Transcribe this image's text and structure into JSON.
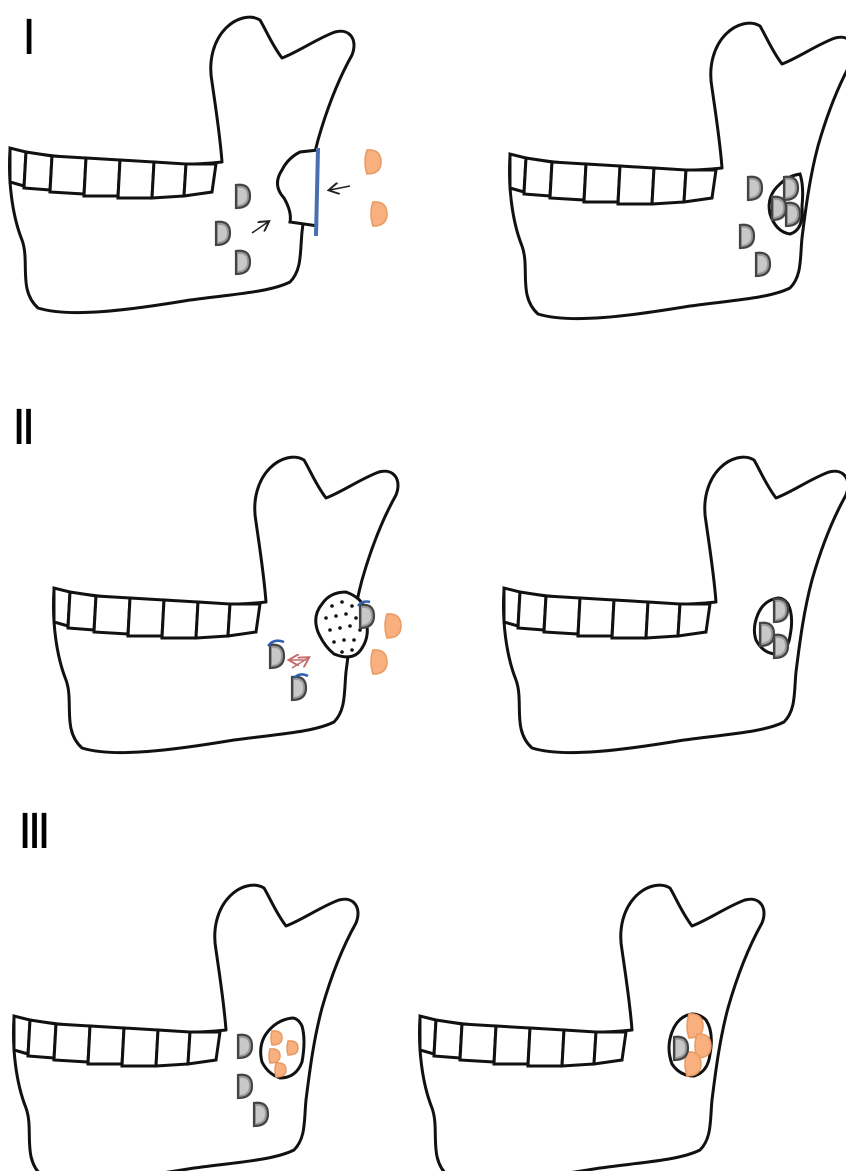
{
  "panels": [
    {
      "label": "Ⅰ",
      "id": "panel-1"
    },
    {
      "label": "Ⅱ",
      "id": "panel-2"
    },
    {
      "label": "Ⅲ",
      "id": "panel-3"
    }
  ],
  "colors": {
    "host_cell": "#9a9a9a",
    "graft_cell": "#f7b07e",
    "membrane": "#4a6fb0",
    "outline": "#111111"
  }
}
